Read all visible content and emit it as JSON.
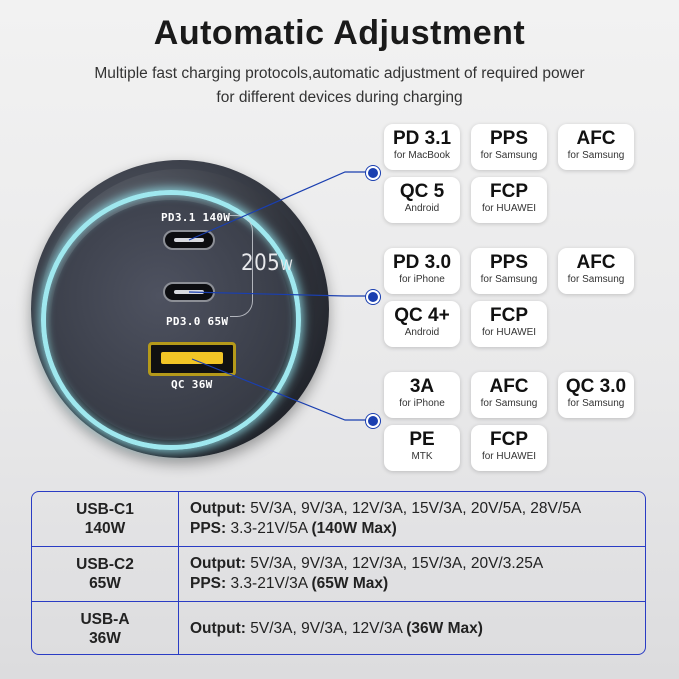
{
  "title": "Automatic Adjustment",
  "subtitle_line1": "Multiple fast charging protocols,automatic adjustment of required power",
  "subtitle_line2": "for different devices during charging",
  "charger": {
    "port1_label": "PD3.1 140W",
    "port2_label": "PD3.0 65W",
    "port3_label": "QC 36W",
    "total_number": "205",
    "total_unit": "W",
    "glow_color": "#9fe8ef",
    "usba_color": "#f2c526"
  },
  "protocol_groups": [
    {
      "tiles": [
        {
          "name": "PD 3.1",
          "sub": "for MacBook"
        },
        {
          "name": "PPS",
          "sub": "for Samsung"
        },
        {
          "name": "AFC",
          "sub": "for Samsung"
        },
        {
          "name": "QC 5",
          "sub": "Android"
        },
        {
          "name": "FCP",
          "sub": "for HUAWEI"
        }
      ]
    },
    {
      "tiles": [
        {
          "name": "PD 3.0",
          "sub": "for iPhone"
        },
        {
          "name": "PPS",
          "sub": "for Samsung"
        },
        {
          "name": "AFC",
          "sub": "for Samsung"
        },
        {
          "name": "QC 4+",
          "sub": "Android"
        },
        {
          "name": "FCP",
          "sub": "for HUAWEI"
        }
      ]
    },
    {
      "tiles": [
        {
          "name": "3A",
          "sub": "for iPhone"
        },
        {
          "name": "AFC",
          "sub": "for Samsung"
        },
        {
          "name": "QC 3.0",
          "sub": "for Samsung"
        },
        {
          "name": "PE",
          "sub": "MTK"
        },
        {
          "name": "FCP",
          "sub": "for HUAWEI"
        }
      ]
    }
  ],
  "spec_table": {
    "rows": [
      {
        "port": "USB-C1",
        "power": "140W",
        "output_label": "Output:",
        "output_value": "5V/3A, 9V/3A, 12V/3A, 15V/3A, 20V/5A, 28V/5A",
        "pps_label": "PPS:",
        "pps_value": "3.3-21V/5A",
        "pps_max": "(140W Max)"
      },
      {
        "port": "USB-C2",
        "power": "65W",
        "output_label": "Output:",
        "output_value": "5V/3A, 9V/3A, 12V/3A, 15V/3A, 20V/3.25A",
        "pps_label": "PPS:",
        "pps_value": "3.3-21V/3A",
        "pps_max": "(65W Max)"
      },
      {
        "port": "USB-A",
        "power": "36W",
        "output_label": "Output:",
        "output_value": "5V/3A, 9V/3A, 12V/3A",
        "output_max": "(36W Max)"
      }
    ]
  },
  "accent_color": "#1a3fb0",
  "table_border_color": "#2a3cc4"
}
